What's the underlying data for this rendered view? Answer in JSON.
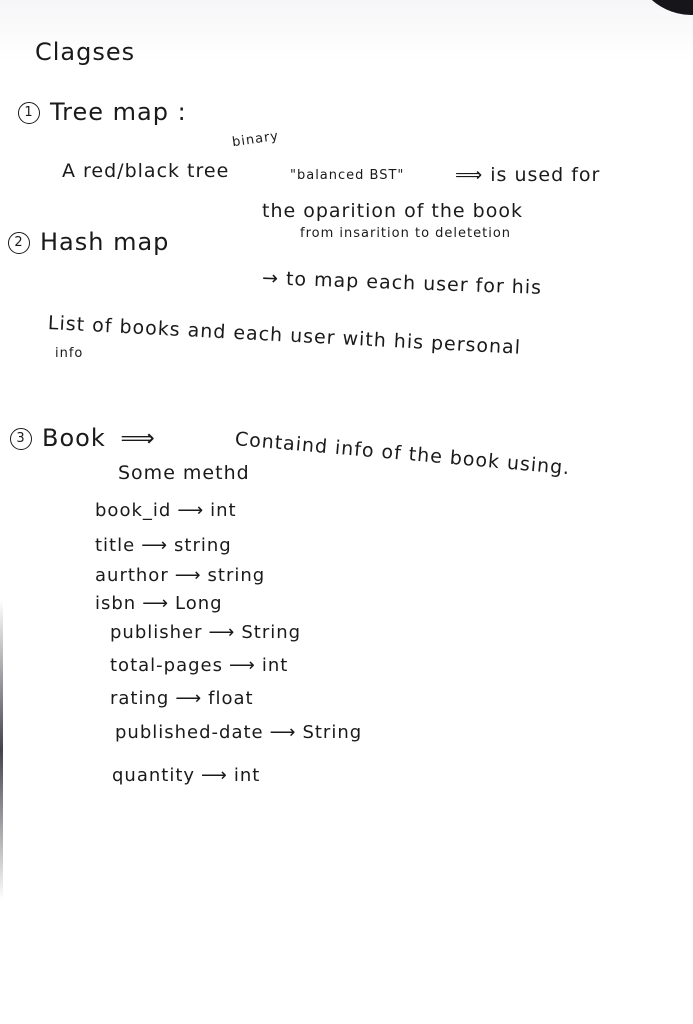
{
  "heading": "Clagses",
  "sections": [
    {
      "number": "1",
      "title": "Tree map :",
      "annotation": "binary",
      "lines": [
        "A red/black tree",
        "\"balanced BST\"",
        "⟹ is used for",
        "the oparition of the book",
        "from insarition to deletetion"
      ]
    },
    {
      "number": "2",
      "title": "Hash map",
      "lines": [
        "→ to map each user for his",
        "List of books and each user with his personal",
        "info"
      ]
    },
    {
      "number": "3",
      "title": "Book",
      "arrow": "⟹",
      "description": "Containd info of the book using.",
      "subheading": "Some methd",
      "fields": [
        {
          "name": "book_id",
          "type": "int"
        },
        {
          "name": "title",
          "type": "string"
        },
        {
          "name": "aurthor",
          "type": "string"
        },
        {
          "name": "isbn",
          "type": "Long"
        },
        {
          "name": "publisher",
          "type": "String"
        },
        {
          "name": "total-pages",
          "type": "int"
        },
        {
          "name": "rating",
          "type": "float"
        },
        {
          "name": "published-date",
          "type": "String"
        },
        {
          "name": "quantity",
          "type": "int"
        }
      ]
    }
  ],
  "icons": {
    "arrow": "⟶"
  }
}
